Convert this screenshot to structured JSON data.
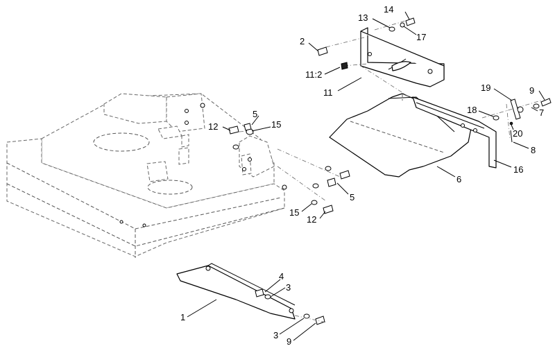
{
  "callouts": [
    {
      "id": "c14",
      "label": "14"
    },
    {
      "id": "c13",
      "label": "13"
    },
    {
      "id": "c17",
      "label": "17"
    },
    {
      "id": "c2",
      "label": "2"
    },
    {
      "id": "c11b",
      "label": "11:2"
    },
    {
      "id": "c11",
      "label": "11"
    },
    {
      "id": "c19",
      "label": "19"
    },
    {
      "id": "c9a",
      "label": "9"
    },
    {
      "id": "c18",
      "label": "18"
    },
    {
      "id": "c7",
      "label": "7"
    },
    {
      "id": "c20",
      "label": "20"
    },
    {
      "id": "c8",
      "label": "8"
    },
    {
      "id": "c16",
      "label": "16"
    },
    {
      "id": "c6",
      "label": "6"
    },
    {
      "id": "c5a",
      "label": "5"
    },
    {
      "id": "c12a",
      "label": "12"
    },
    {
      "id": "c15a",
      "label": "15"
    },
    {
      "id": "c5b",
      "label": "5"
    },
    {
      "id": "c15b",
      "label": "15"
    },
    {
      "id": "c12b",
      "label": "12"
    },
    {
      "id": "c4",
      "label": "4"
    },
    {
      "id": "c3a",
      "label": "3"
    },
    {
      "id": "c1",
      "label": "1"
    },
    {
      "id": "c3b",
      "label": "3"
    },
    {
      "id": "c9b",
      "label": "9"
    }
  ]
}
